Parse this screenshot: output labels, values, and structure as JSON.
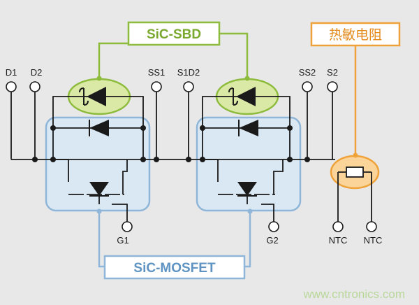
{
  "terminals": {
    "d1": "D1",
    "d2": "D2",
    "ss1": "SS1",
    "s1d2": "S1D2",
    "ss2": "SS2",
    "s2": "S2",
    "g1": "G1",
    "g2": "G2",
    "ntc1": "NTC",
    "ntc2": "NTC"
  },
  "labels": {
    "sic_sbd": "SiC-SBD",
    "sic_mosfet": "SiC-MOSFET",
    "thermistor": "热敏电阻"
  },
  "watermark": "www.cntronics.com",
  "colors": {
    "sbd_accent": "#8dbb3c",
    "sbd_fill": "#dbe9a6",
    "mosfet_accent": "#8fb6d8",
    "mosfet_fill": "#dae8f4",
    "thermistor_accent": "#f0a23a",
    "thermistor_fill": "#fbd49a",
    "background": "#e8e8e8"
  }
}
